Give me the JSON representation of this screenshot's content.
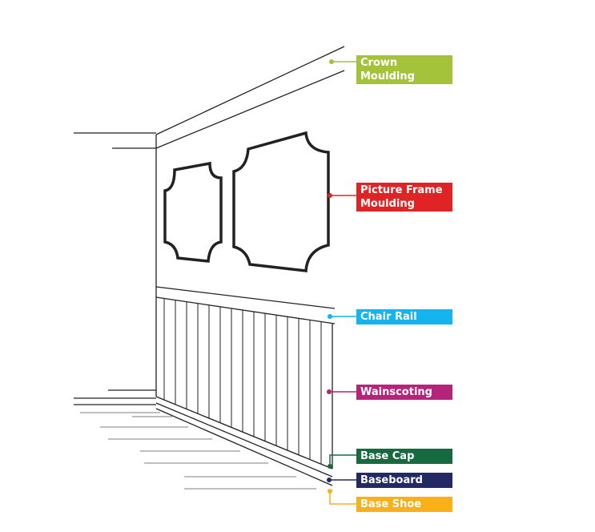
{
  "labels": {
    "crown": {
      "text": "Crown Moulding",
      "color": "#a4c23a"
    },
    "picture": {
      "text": "Picture Frame Moulding",
      "color": "#e02426"
    },
    "chair": {
      "text": "Chair Rail",
      "color": "#14b4ef"
    },
    "wainscoting": {
      "text": "Wainscoting",
      "color": "#b5247b"
    },
    "basecap": {
      "text": "Base Cap",
      "color": "#166a3f"
    },
    "baseboard": {
      "text": "Baseboard",
      "color": "#232a63"
    },
    "baseshoe": {
      "text": "Base Shoe",
      "color": "#fbb01a"
    }
  }
}
